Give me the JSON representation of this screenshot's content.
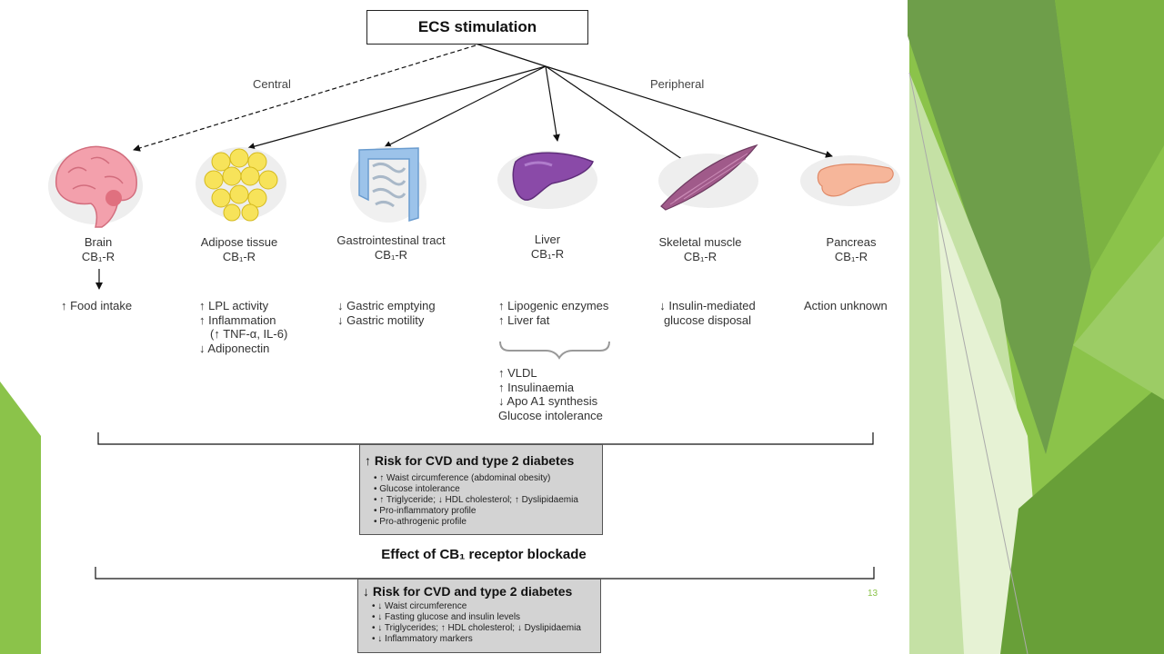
{
  "diagram": {
    "title": "ECS stimulation",
    "central_label": "Central",
    "peripheral_label": "Peripheral",
    "organs": [
      {
        "name": "Brain",
        "receptor": "CB₁-R",
        "effects": [
          "↑ Food intake"
        ]
      },
      {
        "name": "Adipose tissue",
        "receptor": "CB₁-R",
        "effects": [
          "↑ LPL activity",
          "↑ Inflammation",
          "(↑ TNF-α, IL-6)",
          "↓ Adiponectin"
        ]
      },
      {
        "name": "Gastrointestinal tract",
        "receptor": "CB₁-R",
        "effects": [
          "↓ Gastric emptying",
          "↓ Gastric motility"
        ]
      },
      {
        "name": "Liver",
        "receptor": "CB₁-R",
        "effects": [
          "↑ Lipogenic enzymes",
          "↑ Liver fat"
        ]
      },
      {
        "name": "Skeletal muscle",
        "receptor": "CB₁-R",
        "effects": [
          "↓ Insulin-mediated",
          "glucose disposal"
        ]
      },
      {
        "name": "Pancreas",
        "receptor": "CB₁-R",
        "effects": [
          "Action unknown"
        ]
      }
    ],
    "liver_sub_effects": [
      "↑ VLDL",
      "↑ Insulinaemia",
      "↓ Apo A1 synthesis",
      "Glucose intolerance"
    ],
    "risk_increase": {
      "title": "↑ Risk for CVD and type 2 diabetes",
      "items": [
        "↑ Waist circumference (abdominal obesity)",
        "Glucose intolerance",
        "↑ Triglyceride; ↓ HDL cholesterol; ↑ Dyslipidaemia",
        "Pro-inflammatory profile",
        "Pro-athrogenic profile"
      ]
    },
    "blockade_label": "Effect of CB₁ receptor blockade",
    "risk_decrease": {
      "title": "↓ Risk for CVD and type 2 diabetes",
      "items": [
        "↓ Waist circumference",
        "↓ Fasting glucose and insulin levels",
        "↓ Triglycerides; ↑ HDL cholesterol; ↓ Dyslipidaemia",
        "↓ Inflammatory markers"
      ]
    }
  },
  "slide": {
    "page_number": "13"
  },
  "colors": {
    "green_dark": "#6e9e4a",
    "green_mid": "#8bc34a",
    "green_light": "#c5e1a5",
    "box_fill": "#d3d3d3"
  },
  "icons": [
    "brain-icon",
    "adipose-icon",
    "intestine-icon",
    "liver-icon",
    "muscle-icon",
    "pancreas-icon"
  ]
}
